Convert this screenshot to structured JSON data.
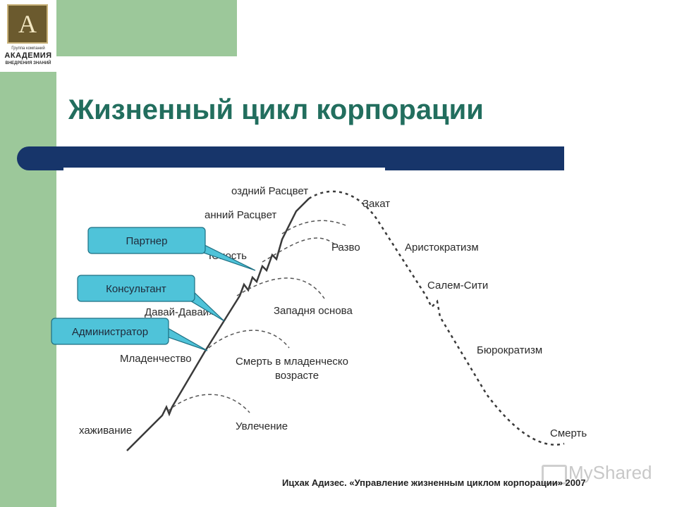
{
  "title": "Жизненный цикл корпорации",
  "logo": {
    "letter": "A",
    "line1": "Группа компаний",
    "line2": "АКАДЕМИЯ",
    "line3": "ВНЕДРЕНИЯ ЗНАНИЙ"
  },
  "stages": {
    "late_prime": "оздний Расцвет",
    "early_prime": "анний Расцвет",
    "youth": "Юность",
    "go_go": "Давай-Давай»",
    "infancy": "Младенчество",
    "courtship": "хаживание",
    "stable": "Закат",
    "aristocracy": "Аристократизм",
    "salem_city": "Салем-Сити",
    "bureaucracy": "Бюрократизм",
    "death": "Смерть",
    "divorce": "Разво",
    "founder_trap": "Западня основа",
    "infant_mortality_1": "Смерть в младенческо",
    "infant_mortality_2": "возрасте",
    "affair": "Увлечение"
  },
  "callouts": {
    "partner": "Партнер",
    "consultant": "Консультант",
    "administrator": "Администратор"
  },
  "credit": "Ицхак Адизес. «Управление жизненным циклом корпорации» 2007",
  "watermark": "MyShared",
  "colors": {
    "sidebar": "#9cc89a",
    "title": "#226e5e",
    "rule": "#17356a",
    "callout_fill": "#4fc3d9",
    "callout_stroke": "#1d6f82"
  }
}
